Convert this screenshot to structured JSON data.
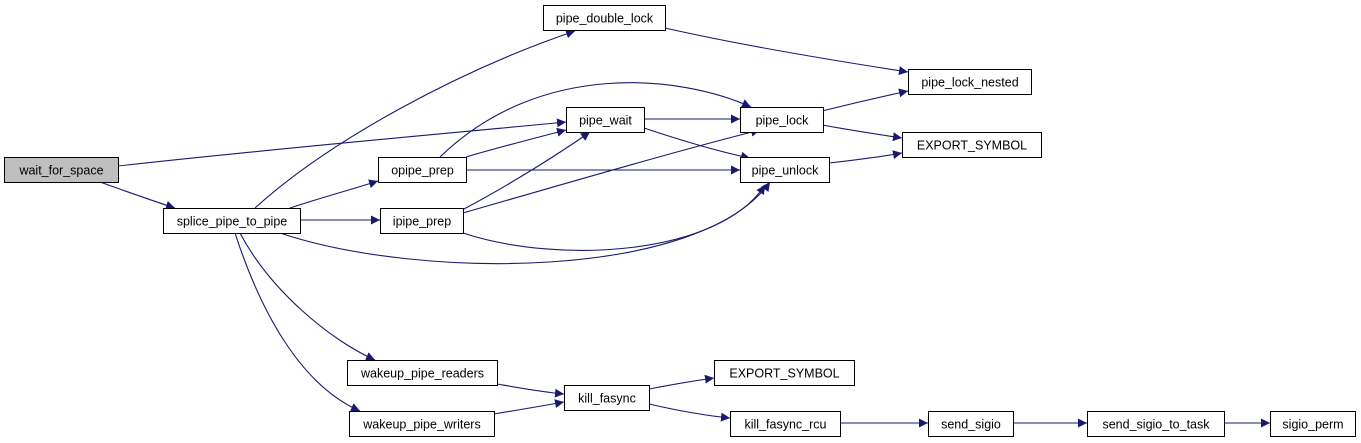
{
  "graph": {
    "nodes": [
      {
        "id": "wait_for_space",
        "label": "wait_for_space",
        "root": true
      },
      {
        "id": "splice_pipe_to_pipe",
        "label": "splice_pipe_to_pipe"
      },
      {
        "id": "pipe_double_lock",
        "label": "pipe_double_lock"
      },
      {
        "id": "pipe_lock_nested",
        "label": "pipe_lock_nested"
      },
      {
        "id": "pipe_wait",
        "label": "pipe_wait"
      },
      {
        "id": "pipe_lock",
        "label": "pipe_lock"
      },
      {
        "id": "export_symbol_1",
        "label": "EXPORT_SYMBOL"
      },
      {
        "id": "opipe_prep",
        "label": "opipe_prep"
      },
      {
        "id": "pipe_unlock",
        "label": "pipe_unlock"
      },
      {
        "id": "ipipe_prep",
        "label": "ipipe_prep"
      },
      {
        "id": "wakeup_pipe_readers",
        "label": "wakeup_pipe_readers"
      },
      {
        "id": "wakeup_pipe_writers",
        "label": "wakeup_pipe_writers"
      },
      {
        "id": "kill_fasync",
        "label": "kill_fasync"
      },
      {
        "id": "export_symbol_2",
        "label": "EXPORT_SYMBOL"
      },
      {
        "id": "kill_fasync_rcu",
        "label": "kill_fasync_rcu"
      },
      {
        "id": "send_sigio",
        "label": "send_sigio"
      },
      {
        "id": "send_sigio_to_task",
        "label": "send_sigio_to_task"
      },
      {
        "id": "sigio_perm",
        "label": "sigio_perm"
      }
    ],
    "edges": [
      {
        "from": "wait_for_space",
        "to": "pipe_wait"
      },
      {
        "from": "wait_for_space",
        "to": "splice_pipe_to_pipe"
      },
      {
        "from": "splice_pipe_to_pipe",
        "to": "pipe_double_lock"
      },
      {
        "from": "splice_pipe_to_pipe",
        "to": "opipe_prep"
      },
      {
        "from": "splice_pipe_to_pipe",
        "to": "ipipe_prep"
      },
      {
        "from": "splice_pipe_to_pipe",
        "to": "pipe_unlock"
      },
      {
        "from": "splice_pipe_to_pipe",
        "to": "wakeup_pipe_readers"
      },
      {
        "from": "splice_pipe_to_pipe",
        "to": "wakeup_pipe_writers"
      },
      {
        "from": "pipe_double_lock",
        "to": "pipe_lock_nested"
      },
      {
        "from": "pipe_wait",
        "to": "pipe_lock"
      },
      {
        "from": "pipe_wait",
        "to": "pipe_unlock"
      },
      {
        "from": "pipe_lock",
        "to": "pipe_lock_nested"
      },
      {
        "from": "pipe_lock",
        "to": "export_symbol_1"
      },
      {
        "from": "pipe_unlock",
        "to": "export_symbol_1"
      },
      {
        "from": "opipe_prep",
        "to": "pipe_lock"
      },
      {
        "from": "opipe_prep",
        "to": "pipe_wait"
      },
      {
        "from": "opipe_prep",
        "to": "pipe_unlock"
      },
      {
        "from": "ipipe_prep",
        "to": "pipe_wait"
      },
      {
        "from": "ipipe_prep",
        "to": "pipe_lock"
      },
      {
        "from": "ipipe_prep",
        "to": "pipe_unlock"
      },
      {
        "from": "wakeup_pipe_readers",
        "to": "kill_fasync"
      },
      {
        "from": "wakeup_pipe_writers",
        "to": "kill_fasync"
      },
      {
        "from": "kill_fasync",
        "to": "export_symbol_2"
      },
      {
        "from": "kill_fasync",
        "to": "kill_fasync_rcu"
      },
      {
        "from": "kill_fasync_rcu",
        "to": "send_sigio"
      },
      {
        "from": "send_sigio",
        "to": "send_sigio_to_task"
      },
      {
        "from": "send_sigio_to_task",
        "to": "sigio_perm"
      }
    ],
    "colors": {
      "edge": "#191970",
      "node_border": "#000000",
      "node_fill": "#ffffff",
      "root_fill": "#bfbfbf"
    }
  }
}
